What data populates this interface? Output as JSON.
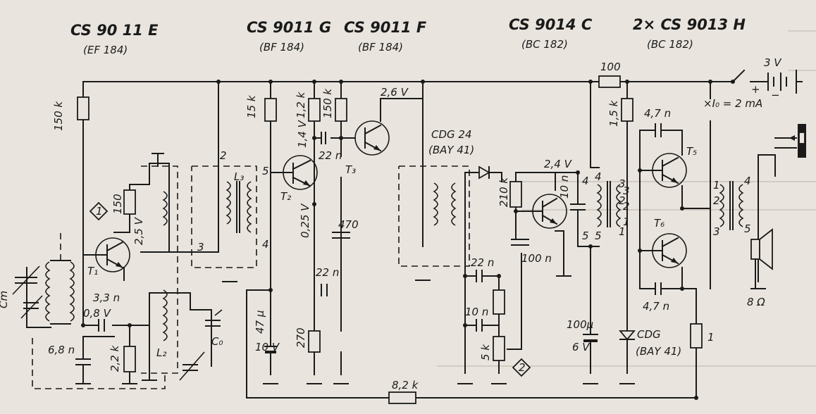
{
  "headings": {
    "cs9011e": "CS 90 11 E",
    "ef184": "(EF 184)",
    "cs9011g": "CS 9011 G",
    "bf184g": "(BF 184)",
    "cs9011f": "CS 9011 F",
    "bf184f": "(BF 184)",
    "cs9014c": "CS 9014 C",
    "bc182c": "(BC 182)",
    "cs9013h": "2× CS 9013 H",
    "bc182h": "(BC 182)"
  },
  "labels": {
    "r150k": "150 k",
    "r15k": "15 k",
    "r12k": "1,2 k",
    "r150k2": "150 k",
    "v26": "2,6 V",
    "r100": "100",
    "batt": "3 V",
    "plus": "+",
    "minus": "−",
    "i0": "×I₀ = 2 mA",
    "r15k2": "1,5 k",
    "c47n_top": "4,7 n",
    "t5": "T₅",
    "t6": "T₆",
    "c47n_bot": "4,7 n",
    "cdg24": "CDG 24",
    "bay41": "(BAY 41)",
    "v14": "1,4 V",
    "c22n_top": "22 n",
    "t3": "T₃",
    "t2": "T₂",
    "v025": "0,25 V",
    "c470": "470",
    "c22n_mid": "22 n",
    "r270": "270",
    "c47u": "47 µ",
    "v10": "10 V",
    "l3": "L₃",
    "n2": "2",
    "n3": "3",
    "n4": "4",
    "n5": "5",
    "r150": "150",
    "v25": "2,5 V",
    "t1": "T₁",
    "c33n": "3,3 n",
    "v08": "0,8 V",
    "cm": "Cm",
    "c68n": "6,8 n",
    "r22k": "2,2 k",
    "l2": "L₂",
    "c0": "C₀",
    "v24": "2,4 V",
    "r210k": "210 k",
    "c10n_a": "10 n",
    "c100n": "100 n",
    "c22n_r": "22 n",
    "c10n_b": "10 n",
    "r5k": "5 k",
    "c100u": "100µ",
    "v6": "6 V",
    "cdg_bot": "CDG",
    "bay41_bot": "(BAY 41)",
    "r1": "1",
    "r82k": "8,2 k",
    "spk": "8 Ω",
    "tA1": "1",
    "tA2": "2",
    "tA3": "3",
    "tB4": "4",
    "tB5": "5",
    "o3": "3",
    "o2": "2",
    "o1": "1",
    "o4": "4",
    "o5": "5",
    "d3": "3",
    "d2": "2",
    "d1": "1",
    "tp1": "1",
    "tp2": "2",
    "tp_n4": "4",
    "tp_n5": "5"
  }
}
